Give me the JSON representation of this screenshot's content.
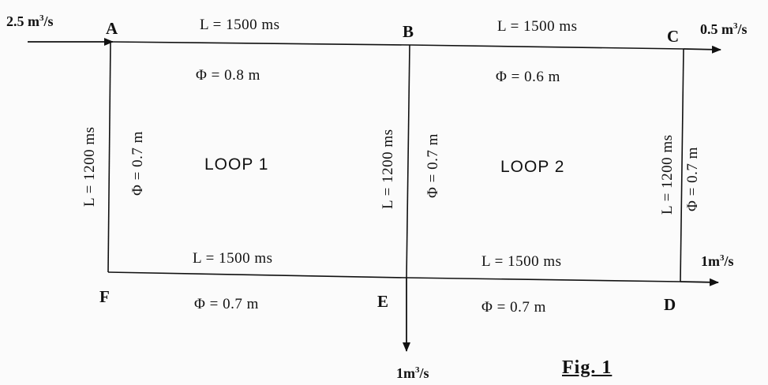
{
  "nodes": {
    "A": "A",
    "B": "B",
    "C": "C",
    "D": "D",
    "E": "E",
    "F": "F"
  },
  "loops": {
    "loop1": "LOOP 1",
    "loop2": "LOOP 2"
  },
  "pipes": {
    "AB": {
      "length": "L = 1500 ms",
      "diameter": "Φ = 0.8 m"
    },
    "BC": {
      "length": "L = 1500 ms",
      "diameter": "Φ = 0.6 m"
    },
    "FE": {
      "length": "L = 1500 ms",
      "diameter": "Φ = 0.7 m"
    },
    "ED": {
      "length": "L = 1500 ms",
      "diameter": "Φ = 0.7 m"
    },
    "AF": {
      "length": "L = 1200 ms",
      "diameter": "Φ = 0.7 m"
    },
    "BE": {
      "length": "L = 1200 ms",
      "diameter": "Φ = 0.7 m"
    },
    "CD": {
      "length": "L = 1200 ms",
      "diameter": "Φ = 0.7 m"
    }
  },
  "flows": {
    "inflow_A": {
      "value": "2.5 m",
      "exp": "3",
      "unit": "/s"
    },
    "outflow_C": {
      "value": "0.5 m",
      "exp": "3",
      "unit": "/s"
    },
    "outflow_D": {
      "value": "1m",
      "exp": "3",
      "unit": "/s"
    },
    "outflow_E": {
      "value": "1m",
      "exp": "3",
      "unit": "/s"
    }
  },
  "figure_label": "Fig. 1",
  "colors": {
    "ink": "#111111",
    "paper": "#fbfbfb"
  }
}
